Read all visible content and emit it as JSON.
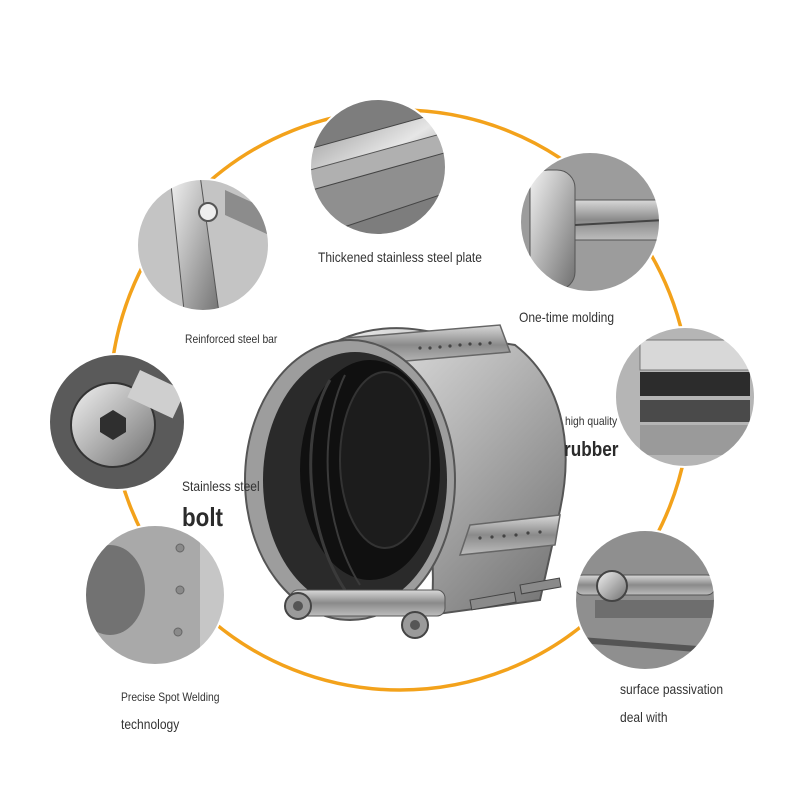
{
  "ring_color": "#f3a21b",
  "callouts": {
    "plate": {
      "label": "Thickened stainless steel plate",
      "icon": "steel-plate-icon"
    },
    "reinforced_bar": {
      "label": "Reinforced steel bar",
      "icon": "steel-bar-icon"
    },
    "molding": {
      "label": "One-time molding",
      "icon": "molding-icon"
    },
    "rubber": {
      "line1": "high quality",
      "line2": "rubber",
      "icon": "rubber-icon"
    },
    "bolt": {
      "line1": "Stainless steel",
      "line2": "bolt",
      "icon": "bolt-icon"
    },
    "welding": {
      "line1": "Precise Spot Welding",
      "line2": "technology",
      "icon": "spot-weld-icon"
    },
    "passivation": {
      "line1": "surface passivation",
      "line2": "deal with",
      "icon": "passivation-icon"
    }
  }
}
